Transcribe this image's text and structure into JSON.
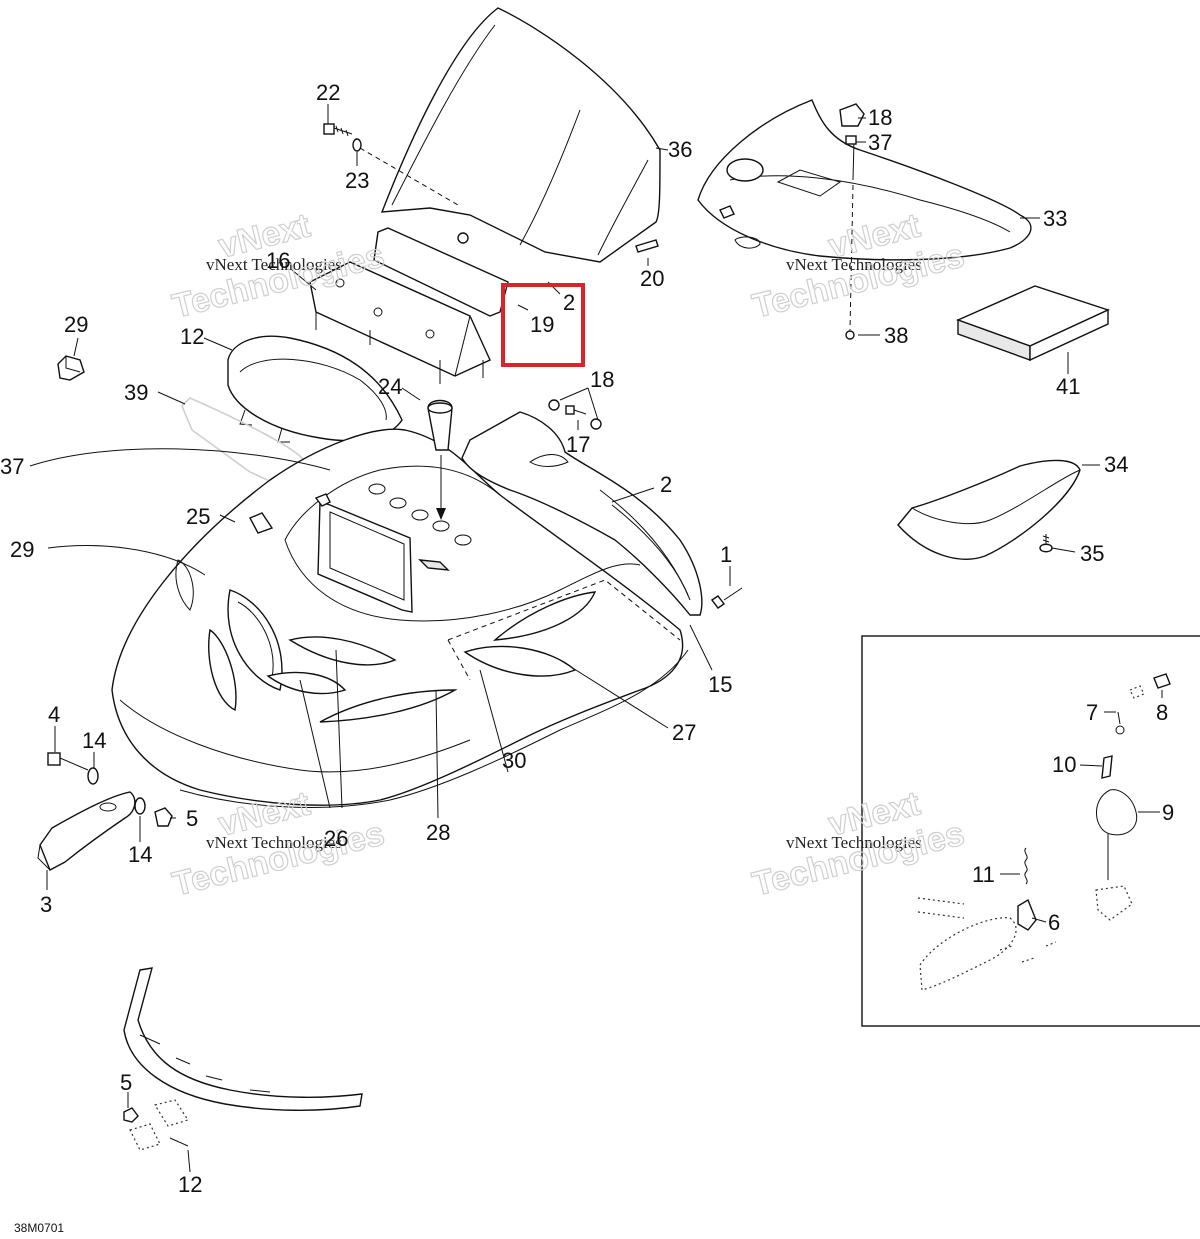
{
  "diagram": {
    "reference_code": "38M0701",
    "watermark": {
      "line1": "vNext",
      "line2": "vNext Technologies",
      "line3": "Technologies"
    },
    "part_labels": [
      {
        "id": "22",
        "text": "22"
      },
      {
        "id": "23",
        "text": "23"
      },
      {
        "id": "36",
        "text": "36"
      },
      {
        "id": "16",
        "text": "16"
      },
      {
        "id": "2a",
        "text": "2"
      },
      {
        "id": "19",
        "text": "19"
      },
      {
        "id": "20",
        "text": "20"
      },
      {
        "id": "18a",
        "text": "18"
      },
      {
        "id": "37a",
        "text": "37"
      },
      {
        "id": "33",
        "text": "33"
      },
      {
        "id": "38",
        "text": "38"
      },
      {
        "id": "41",
        "text": "41"
      },
      {
        "id": "29a",
        "text": "29"
      },
      {
        "id": "12a",
        "text": "12"
      },
      {
        "id": "39",
        "text": "39"
      },
      {
        "id": "24",
        "text": "24"
      },
      {
        "id": "18b",
        "text": "18"
      },
      {
        "id": "17",
        "text": "17"
      },
      {
        "id": "37b",
        "text": "37"
      },
      {
        "id": "2b",
        "text": "2"
      },
      {
        "id": "34",
        "text": "34"
      },
      {
        "id": "25",
        "text": "25"
      },
      {
        "id": "29b",
        "text": "29"
      },
      {
        "id": "35",
        "text": "35"
      },
      {
        "id": "1",
        "text": "1"
      },
      {
        "id": "15",
        "text": "15"
      },
      {
        "id": "27",
        "text": "27"
      },
      {
        "id": "4",
        "text": "4"
      },
      {
        "id": "14a",
        "text": "14"
      },
      {
        "id": "30",
        "text": "30"
      },
      {
        "id": "5a",
        "text": "5"
      },
      {
        "id": "14b",
        "text": "14"
      },
      {
        "id": "26",
        "text": "26"
      },
      {
        "id": "28",
        "text": "28"
      },
      {
        "id": "3",
        "text": "3"
      },
      {
        "id": "7",
        "text": "7"
      },
      {
        "id": "8",
        "text": "8"
      },
      {
        "id": "10",
        "text": "10"
      },
      {
        "id": "9",
        "text": "9"
      },
      {
        "id": "11",
        "text": "11"
      },
      {
        "id": "6",
        "text": "6"
      },
      {
        "id": "5b",
        "text": "5"
      },
      {
        "id": "12b",
        "text": "12"
      }
    ],
    "highlight_color": "#d9242b"
  }
}
